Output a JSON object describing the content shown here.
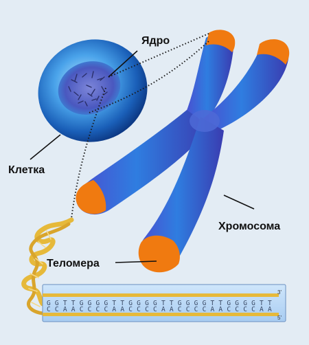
{
  "labels": {
    "nucleus": "Ядро",
    "cell": "Клетка",
    "chromosome": "Хромосома",
    "telomere": "Теломера"
  },
  "dna": {
    "top_strand": "GGTTGGGGTTGGGGTTGGGGTTGGGGTT",
    "bottom_strand": "CCAACCCCAACCCCAACCCCAACCCCAA",
    "top_end": "3'",
    "bottom_end": "5'"
  },
  "colors": {
    "background": "#e3ecf4",
    "chromatid": "#3f3fb8",
    "telomere": "#f07a10",
    "cell": "#1f6fc4",
    "dna_ribbon": "#e6b93a"
  }
}
